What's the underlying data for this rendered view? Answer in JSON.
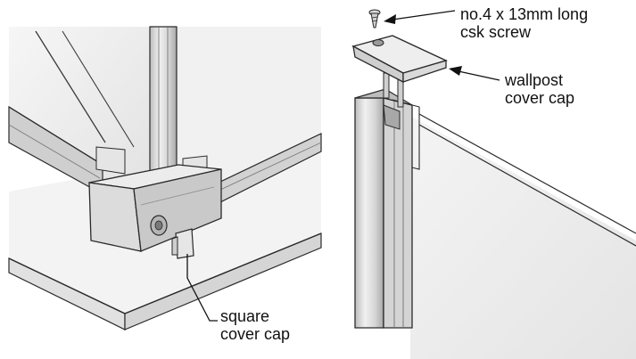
{
  "labels": {
    "screw": {
      "line1": "no.4 x 13mm long",
      "line2": "csk screw"
    },
    "wallpost_cap": {
      "line1": "wallpost",
      "line2": "cover cap"
    },
    "square_cap": {
      "line1": "square",
      "line2": "cover cap"
    }
  },
  "colors": {
    "outline": "#2a2a2a",
    "metal_light": "#e6e6e6",
    "metal_mid": "#c8c8c8",
    "metal_dark": "#9a9a9a",
    "glass": "#ececec",
    "tray": "#f2f2f2",
    "background": "#ffffff"
  }
}
